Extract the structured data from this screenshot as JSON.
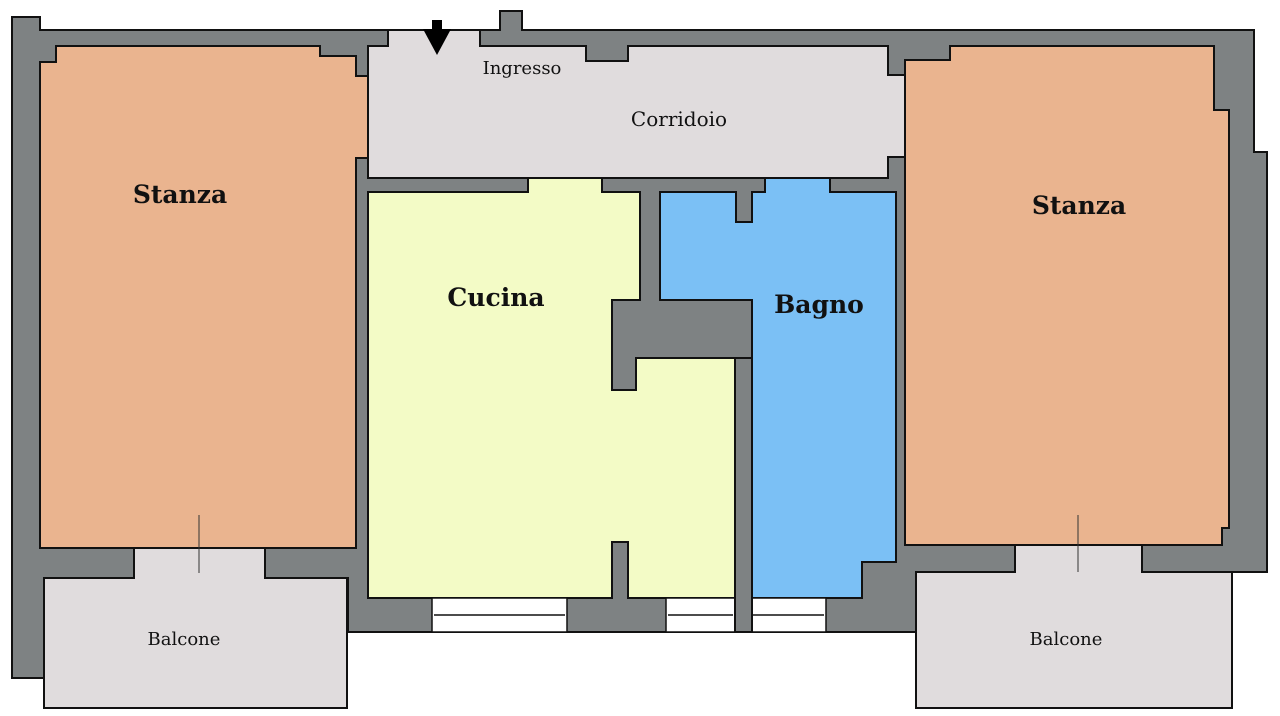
{
  "plan": {
    "rooms": [
      {
        "id": "stanza-left",
        "label": "Stanza",
        "color": "#eab48f"
      },
      {
        "id": "stanza-right",
        "label": "Stanza",
        "color": "#eab48f"
      },
      {
        "id": "ingresso",
        "label": "Ingresso",
        "color": "#e0dcdd"
      },
      {
        "id": "corridoio",
        "label": "Corridoio",
        "color": "#e0dcdd"
      },
      {
        "id": "cucina",
        "label": "Cucina",
        "color": "#f3fbc6"
      },
      {
        "id": "bagno",
        "label": "Bagno",
        "color": "#7bc0f5"
      },
      {
        "id": "balcone-left",
        "label": "Balcone",
        "color": "#e0dcdd"
      },
      {
        "id": "balcone-right",
        "label": "Balcone",
        "color": "#e0dcdd"
      }
    ],
    "wall_color": "#7e8283",
    "entrance_icon": "arrow-down-icon"
  }
}
